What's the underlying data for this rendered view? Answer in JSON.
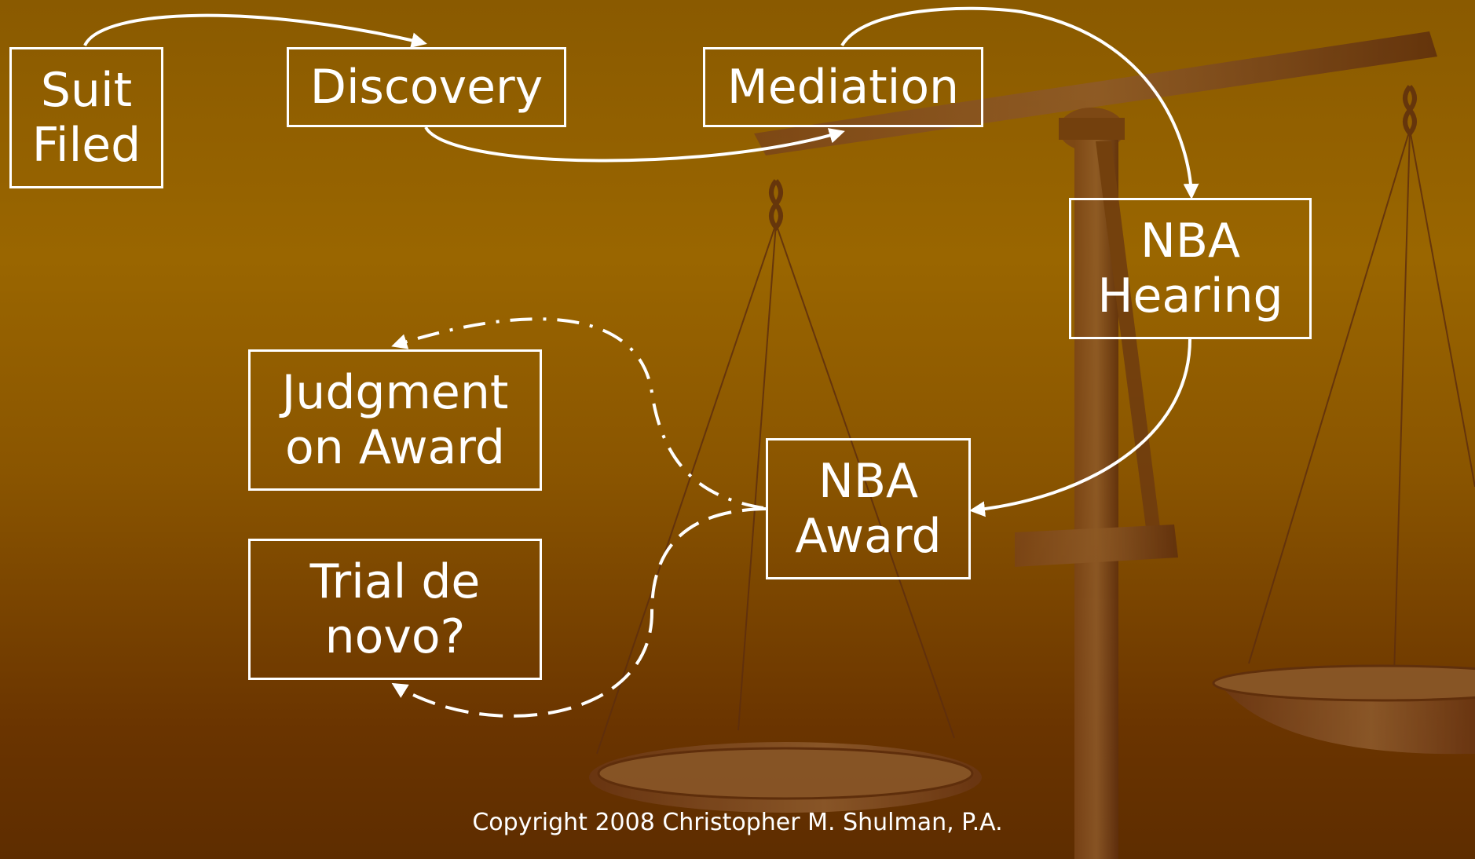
{
  "colors": {
    "background_top": "#9a6600",
    "background_bottom": "#5e2d00",
    "box_border": "#ffffff",
    "text": "#ffffff",
    "scale_wood": "#6e3b10"
  },
  "nodes": {
    "suit_filed": "Suit\nFiled",
    "discovery": "Discovery",
    "mediation": "Mediation",
    "nba_hearing": "NBA\nHearing",
    "nba_award": "NBA\nAward",
    "judgment_on_award": "Judgment\non Award",
    "trial_de_novo": "Trial de\nnovo?"
  },
  "edges": [
    {
      "from": "suit_filed",
      "to": "discovery",
      "style": "solid"
    },
    {
      "from": "discovery",
      "to": "mediation",
      "style": "solid"
    },
    {
      "from": "mediation",
      "to": "nba_hearing",
      "style": "solid"
    },
    {
      "from": "nba_hearing",
      "to": "nba_award",
      "style": "solid"
    },
    {
      "from": "nba_award",
      "to": "judgment_on_award",
      "style": "dash-dot"
    },
    {
      "from": "nba_award",
      "to": "trial_de_novo",
      "style": "dashed"
    }
  ],
  "background_image": "scales-of-justice",
  "footer": {
    "copyright": "Copyright 2008 Christopher M. Shulman, P.A."
  }
}
